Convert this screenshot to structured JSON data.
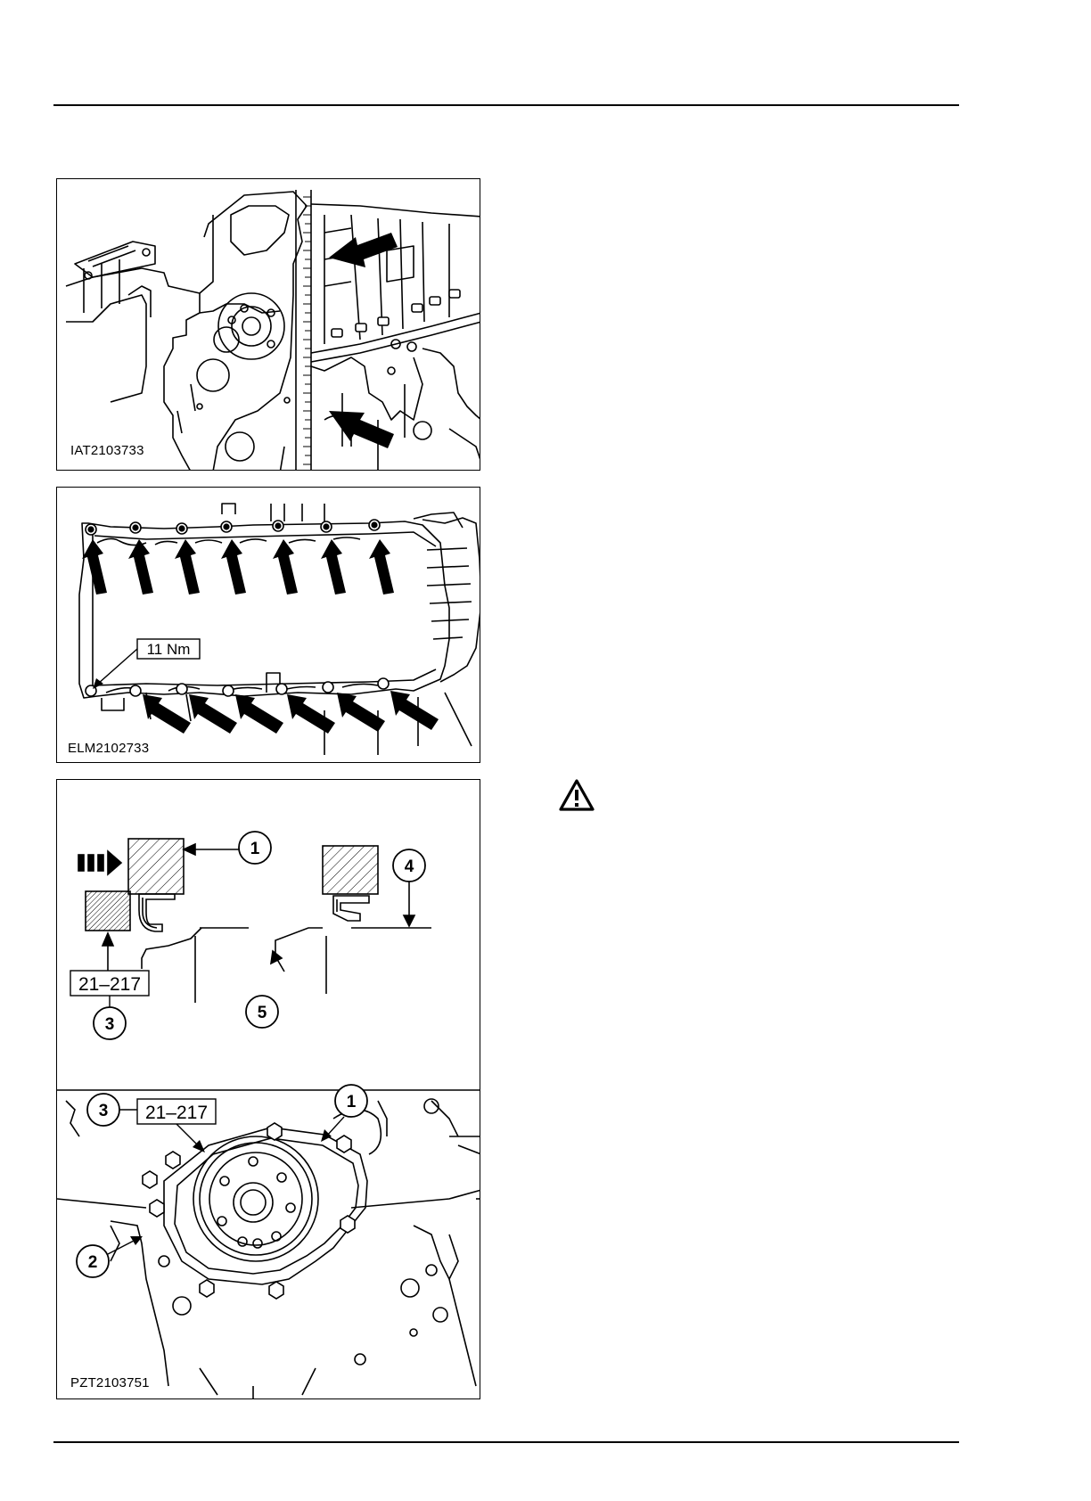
{
  "figures": [
    {
      "id": "IAT2103733"
    },
    {
      "id": "ELM2102733",
      "torque_label": "11 Nm"
    },
    {
      "id": "PZT2103751",
      "upper": {
        "callouts": [
          "1",
          "3",
          "4",
          "5"
        ],
        "tool_label": "21–217"
      },
      "lower": {
        "callouts": [
          "3",
          "1",
          "2"
        ],
        "tool_label": "21–217"
      }
    }
  ],
  "warning_icon": "warning-triangle-icon",
  "colors": {
    "ink": "#000000",
    "paper": "#ffffff"
  }
}
